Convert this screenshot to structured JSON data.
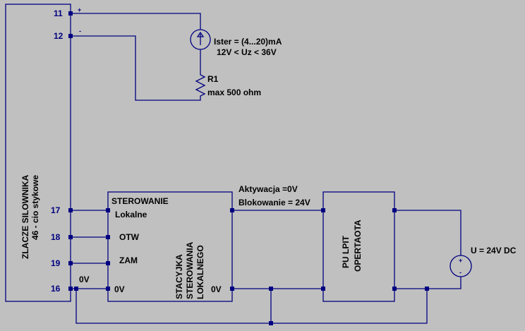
{
  "connector": {
    "title_line1": "ZLACZE  SILOWNIKA",
    "title_line2": "46 - cio stykowe",
    "pins": [
      "11",
      "12",
      "17",
      "18",
      "19",
      "16"
    ],
    "pin11_sign": "+",
    "pin12_sign": "-",
    "ground_label": "0V"
  },
  "current_source": {
    "label_line1": "Ister = (4...20)mA",
    "label_line2": "12V < Uz < 36V"
  },
  "resistor": {
    "name": "R1",
    "value": "max 500 ohm"
  },
  "local_station": {
    "control_title": "STEROWANIE",
    "control_subtitle": "Lokalne",
    "input_otw": "OTW",
    "input_zam": "ZAM",
    "input_0v": "0V",
    "output_0v": "0V",
    "name_line1": "STACYJKA",
    "name_line2": "STEROWANIA",
    "name_line3": "LOKALNEGO"
  },
  "signal": {
    "line1": "Aktywacja =0V",
    "line2": "Blokowanie = 24V"
  },
  "operator_panel": {
    "name_line1": "PU LPIT",
    "name_line2": "OPERTAOTA"
  },
  "voltage_source": {
    "label": "U  = 24V DC",
    "plus": "+",
    "minus": "-"
  }
}
